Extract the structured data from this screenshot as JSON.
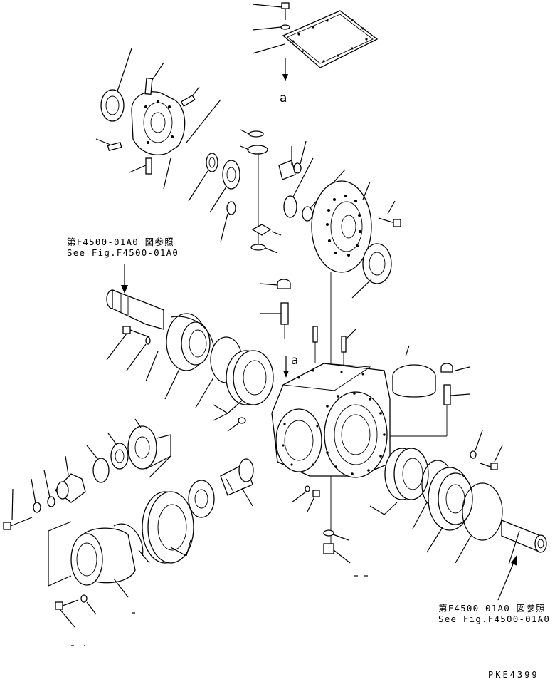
{
  "references": {
    "top_left": {
      "line1": "第F4500-01A0 図参照",
      "line2": "See Fig.F4500-01A0"
    },
    "bottom_right": {
      "line1": "第F4500-01A0 図参照",
      "line2": "See Fig.F4500-01A0"
    }
  },
  "markers": {
    "a_top": "a",
    "a_mid": "a"
  },
  "drawing_code": "PKE4399",
  "colors": {
    "ink": "#000000",
    "paper": "#ffffff"
  }
}
